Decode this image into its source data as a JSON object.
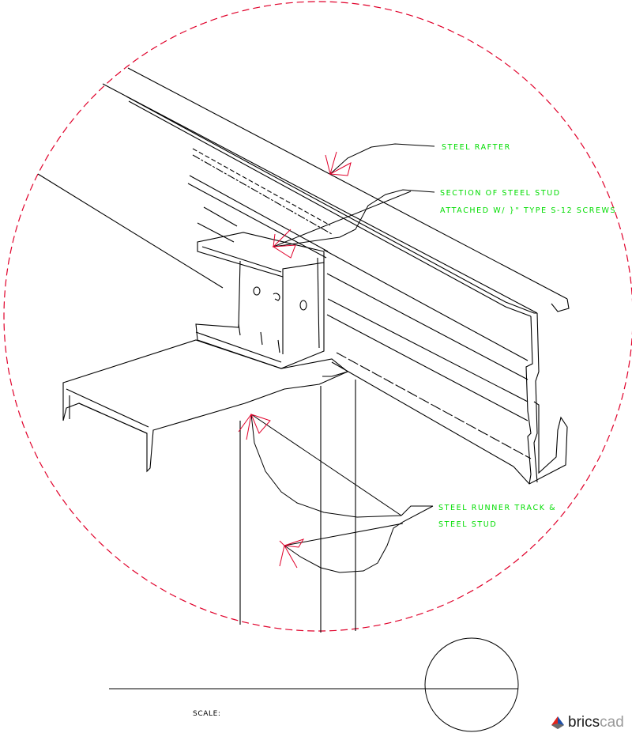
{
  "labels": {
    "steel_rafter": "STEEL RAFTER",
    "section_stud_line1": "SECTION OF STEEL STUD",
    "section_stud_line2": "ATTACHED W/ }\" TYPE S-12 SCREWS",
    "runner_line1": "STEEL RUNNER TRACK &",
    "runner_line2": "STEEL STUD"
  },
  "scale_label": "SCALE:",
  "logo": {
    "part1": "brics",
    "part2": "cad"
  },
  "colors": {
    "line": "#000000",
    "detail_circle": "#e0002a",
    "leader_arrow": "#e0002a",
    "label_text": "#00dd00",
    "logo_red": "#e2231a",
    "logo_blue": "#1e4fa8"
  }
}
